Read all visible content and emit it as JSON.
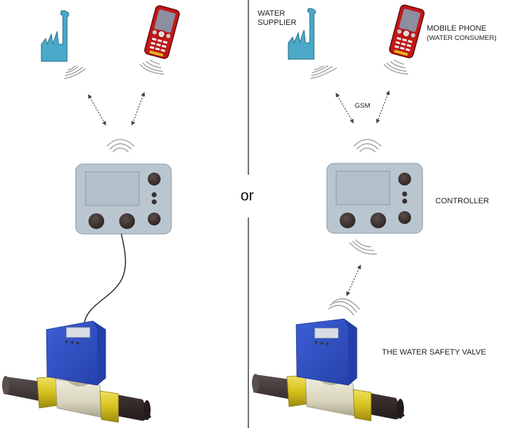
{
  "diagram": {
    "separator_label": "or",
    "left_panel": {
      "nodes": [
        "water-supplier",
        "mobile-phone",
        "controller",
        "water-safety-valve"
      ],
      "controller_to_valve_link": "wired cable"
    },
    "right_panel": {
      "labels": {
        "water_supplier_line1": "WATER",
        "water_supplier_line2": "SUPPLIER",
        "mobile_phone_line1": "MOBILE PHONE",
        "mobile_phone_line2": "(WATER CONSUMER)",
        "gsm": "GSM",
        "controller": "CONTROLLER",
        "valve": "THE WATER SAFETY VALVE"
      },
      "controller_to_valve_link": "wireless"
    },
    "colors": {
      "factory": "#4aa9c9",
      "phone_body": "#c01818",
      "controller_body": "#b9c6d0",
      "controller_buttons": "#3a3130",
      "valve_box": "#2f4fc0",
      "valve_fittings": "#d8c21e",
      "valve_body": "#d8d4bd",
      "pipe": "#3b3030",
      "signal_waves": "#9a9a9a"
    }
  }
}
